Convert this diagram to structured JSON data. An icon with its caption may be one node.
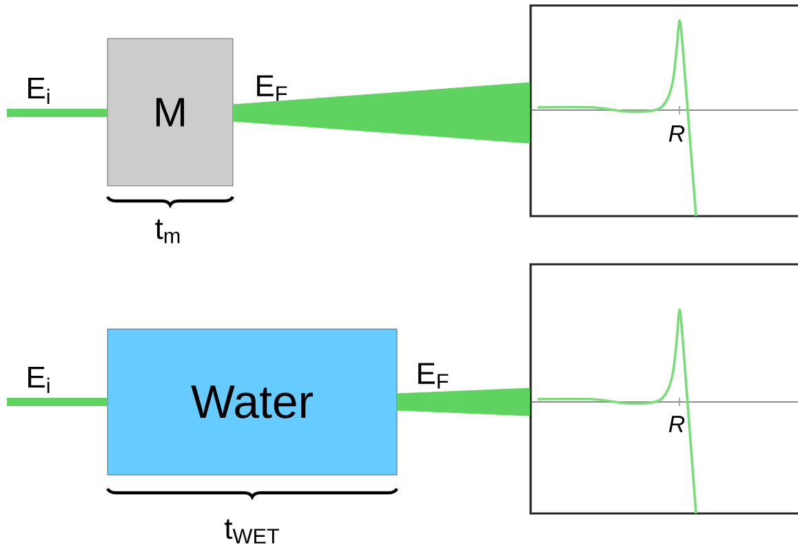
{
  "diagram": {
    "nodes": [
      {
        "text": [
          "M"
        ]
      },
      {
        "text": [],
        "shape": "box"
      },
      {
        "text": [
          "Water"
        ]
      },
      {
        "text": [],
        "shape": "box"
      }
    ],
    "edges": [
      {
        "from": null,
        "to": 0,
        "arrow": "none"
      },
      {
        "from": 0,
        "to": 1,
        "arrow": "none",
        "style": "thick"
      },
      {
        "from": null,
        "to": 2,
        "arrow": "none"
      },
      {
        "from": 2,
        "to": 3,
        "arrow": "none",
        "style": "thick"
      }
    ],
    "labels": [
      "E$_{i}$",
      "E$_{F}$",
      "R",
      "t$_{m}$",
      "E$_{i}$",
      "E$_{F}$",
      "R",
      "t$_{WET}$"
    ]
  }
}
